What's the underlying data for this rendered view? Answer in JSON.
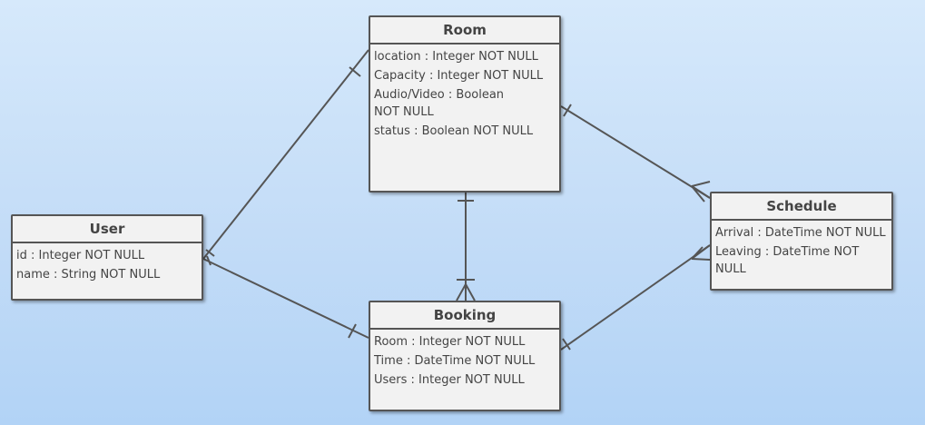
{
  "entities": {
    "room": {
      "title": "Room",
      "attributes": [
        "location : Integer NOT NULL",
        "Capacity : Integer NOT NULL",
        "Audio/Video : Boolean NOT NULL",
        "status : Boolean NOT NULL"
      ]
    },
    "user": {
      "title": "User",
      "attributes": [
        "id : Integer NOT NULL",
        "name : String NOT NULL"
      ]
    },
    "booking": {
      "title": "Booking",
      "attributes": [
        "Room : Integer NOT NULL",
        "Time : DateTime NOT NULL",
        "Users : Integer NOT NULL"
      ]
    },
    "schedule": {
      "title": "Schedule",
      "attributes": [
        "Arrival : DateTime NOT NULL",
        "Leaving : DateTime NOT NULL"
      ]
    }
  },
  "relationships": [
    {
      "from": "user",
      "to": "room",
      "from_end": "one",
      "to_end": "one"
    },
    {
      "from": "user",
      "to": "booking",
      "from_end": "one",
      "to_end": "one"
    },
    {
      "from": "room",
      "to": "booking",
      "from_end": "one",
      "to_end": "one-or-many"
    },
    {
      "from": "room",
      "to": "schedule",
      "from_end": "one",
      "to_end": "many"
    },
    {
      "from": "booking",
      "to": "schedule",
      "from_end": "one",
      "to_end": "many"
    }
  ],
  "colors": {
    "entity_fill": "#f2f2f2",
    "entity_border": "#555555",
    "text": "#444444",
    "connector": "#555555"
  }
}
